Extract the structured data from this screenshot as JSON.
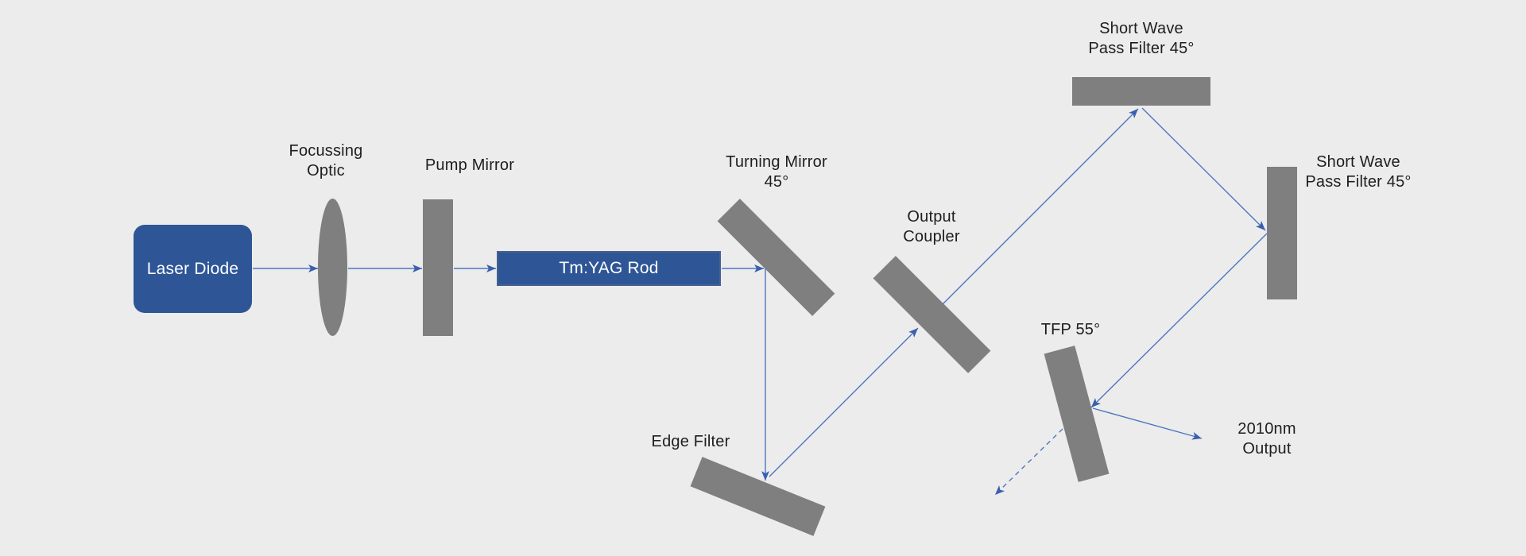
{
  "diagram": {
    "type": "optical-bench-schematic",
    "background_color": "#ececec",
    "colors": {
      "component_gray": "#7f7f7f",
      "component_blue": "#2e5697",
      "beam_line_blue": "#4e76c0",
      "arrowhead_blue": "#3a5fae",
      "label_text": "#1e1e1e",
      "box_text": "#ffffff"
    },
    "components": {
      "laser_diode": {
        "label": "Laser Diode",
        "shape": "rounded-blue-box"
      },
      "focussing_optic": {
        "label": "Focussing\nOptic",
        "shape": "lens-ellipse"
      },
      "pump_mirror": {
        "label": "Pump Mirror",
        "shape": "vertical-gray-bar"
      },
      "tm_yag_rod": {
        "label": "Tm:YAG Rod",
        "shape": "blue-box"
      },
      "turning_mirror": {
        "label": "Turning Mirror\n45°",
        "shape": "gray-bar-45deg"
      },
      "output_coupler": {
        "label": "Output\nCoupler",
        "shape": "gray-bar-45deg"
      },
      "edge_filter": {
        "label": "Edge Filter",
        "shape": "gray-bar-22deg"
      },
      "swp_filter_top": {
        "label": "Short Wave\nPass Filter 45°",
        "shape": "horizontal-gray-bar"
      },
      "swp_filter_right": {
        "label": "Short Wave\nPass Filter 45°",
        "shape": "vertical-gray-bar"
      },
      "tfp": {
        "label": "TFP 55°",
        "shape": "gray-bar-75deg"
      },
      "output_2010nm": {
        "label": "2010nm\nOutput",
        "shape": "text-only"
      }
    },
    "beams": [
      {
        "from": "laser_diode",
        "to": "focussing_optic",
        "style": "solid"
      },
      {
        "from": "focussing_optic",
        "to": "pump_mirror",
        "style": "solid"
      },
      {
        "from": "pump_mirror",
        "to": "tm_yag_rod",
        "style": "solid"
      },
      {
        "from": "tm_yag_rod",
        "to": "turning_mirror",
        "style": "solid"
      },
      {
        "from": "turning_mirror",
        "to": "edge_filter",
        "style": "solid"
      },
      {
        "from": "edge_filter",
        "to": "output_coupler",
        "style": "solid"
      },
      {
        "from": "output_coupler",
        "to": "swp_filter_top",
        "style": "solid"
      },
      {
        "from": "swp_filter_top",
        "to": "swp_filter_right",
        "style": "solid"
      },
      {
        "from": "swp_filter_right",
        "to": "tfp",
        "style": "solid"
      },
      {
        "from": "tfp",
        "to": "output_2010nm",
        "style": "solid"
      },
      {
        "from": "tfp",
        "direction": "down-left",
        "style": "dashed"
      }
    ]
  }
}
